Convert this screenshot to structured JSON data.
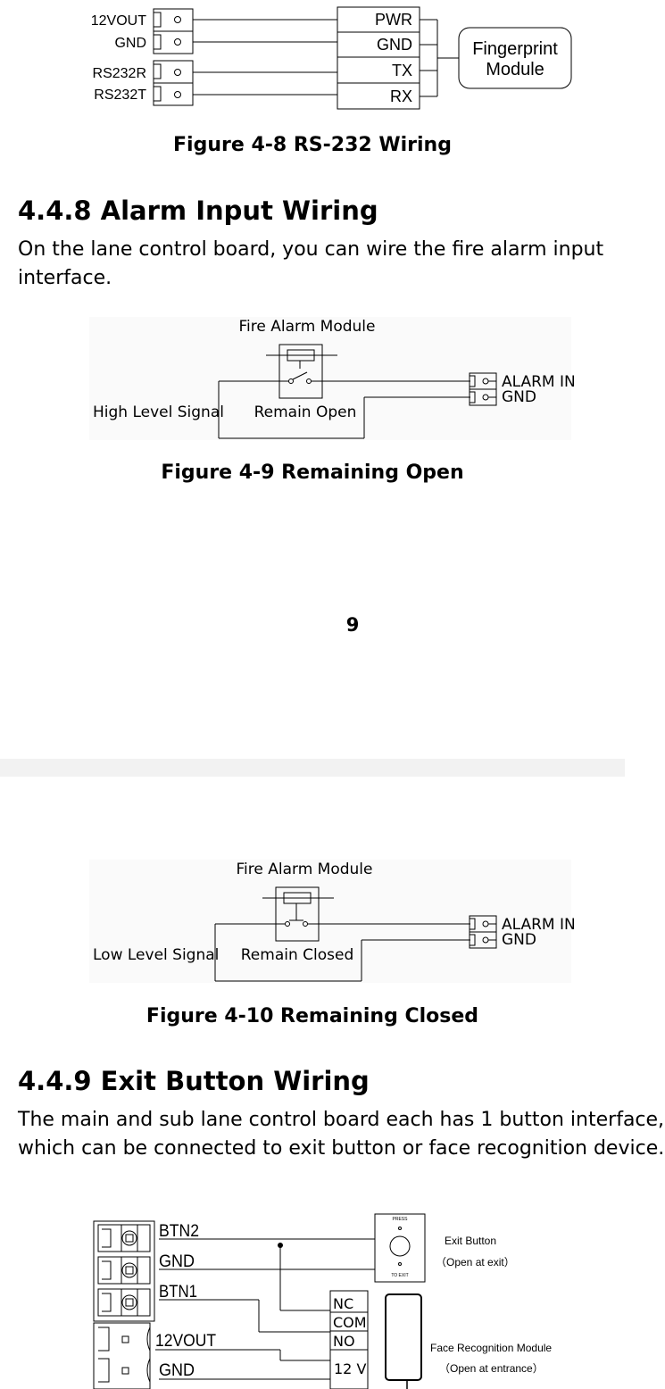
{
  "figure_4_8": {
    "left_labels": [
      "12VOUT",
      "GND",
      "RS232R",
      "RS232T"
    ],
    "right_labels": [
      "PWR",
      "GND",
      "TX",
      "RX"
    ],
    "module_line1": "Fingerprint",
    "module_line2": "Module",
    "caption": "Figure 4-8 RS-232 Wiring"
  },
  "section_4_4_8": {
    "heading": "4.4.8 Alarm Input Wiring",
    "para_line1": "On the lane control board, you can wire the fire alarm input",
    "para_line2": "interface."
  },
  "figure_4_9": {
    "module_label": "Fire Alarm Module",
    "signal_label": "High Level Signal",
    "state_label": "Remain Open",
    "terminal_label1": "ALARM IN",
    "terminal_label2": "GND",
    "caption": "Figure 4-9 Remaining Open"
  },
  "page_number": "9",
  "figure_4_10": {
    "module_label": "Fire Alarm Module",
    "signal_label": "Low Level Signal",
    "state_label": "Remain Closed",
    "terminal_label1": "ALARM IN",
    "terminal_label2": "GND",
    "caption": "Figure 4-10 Remaining Closed"
  },
  "section_4_4_9": {
    "heading": "4.4.9 Exit Button Wiring",
    "para_line1": "The main and sub lane control board each has 1 button interface,",
    "para_line2": "which can be connected to exit button or face recognition device."
  },
  "figure_exit": {
    "terminals": [
      "BTN2",
      "GND",
      "BTN1",
      "12VOUT",
      "GND"
    ],
    "button_top_text": "PRESS",
    "button_bottom_text": "TO EXIT",
    "exit_label": "Exit Button",
    "exit_sub": "（Open at exit）",
    "relay_labels": [
      "NC",
      "COM",
      "NO",
      "12 V"
    ],
    "face_label": "Face Recognition Module",
    "face_sub": "（Open at entrance）"
  }
}
